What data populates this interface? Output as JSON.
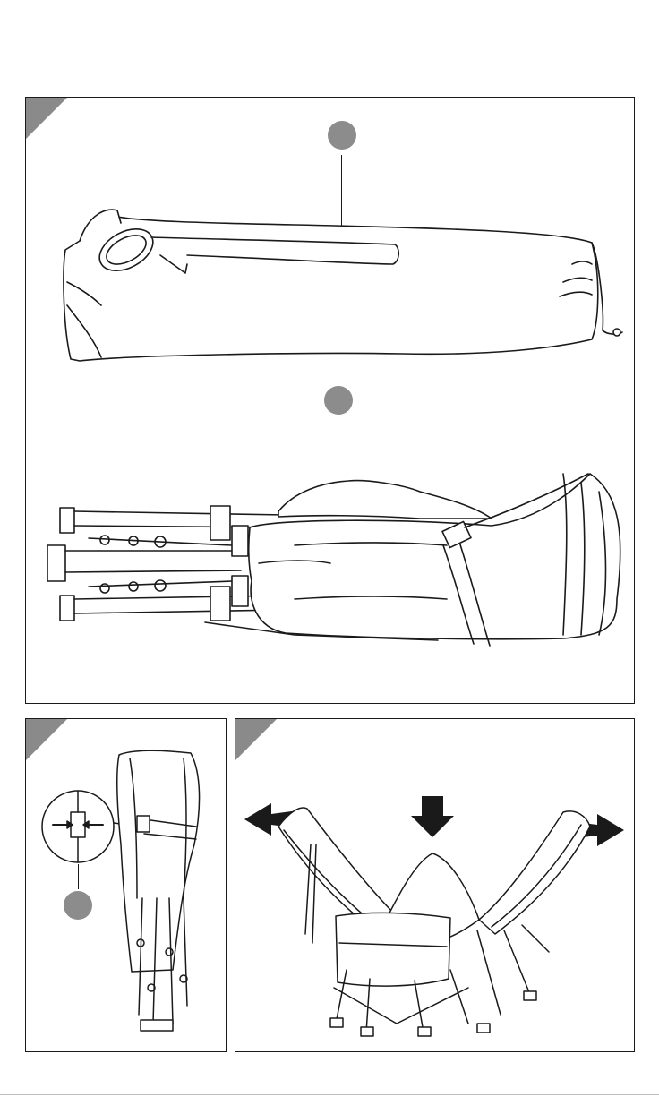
{
  "figures": [
    {
      "step": "",
      "items": [
        "carry-bag",
        "folded-cot"
      ]
    },
    {
      "step": "",
      "items": [
        "buckle-detail"
      ]
    },
    {
      "step": "",
      "items": [
        "unfold-cot"
      ]
    }
  ],
  "colors": {
    "line": "#1a1a1a",
    "callout": "#8c8c8c",
    "corner_tab": "#8a8a8a",
    "arrow": "#1a1a1a"
  },
  "icons": [
    "carry-bag-icon",
    "folded-cot-icon",
    "buckle-icon",
    "arrow-left-icon",
    "arrow-right-icon",
    "arrow-down-icon"
  ]
}
